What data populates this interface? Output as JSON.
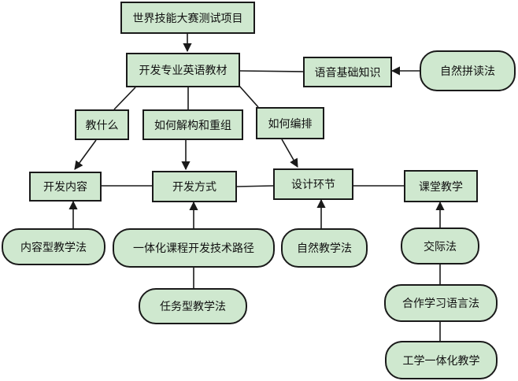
{
  "colors": {
    "node_fill": "#cfe8cf",
    "border": "#1a1a1a"
  },
  "nodes": {
    "top": "世界技能大赛测试项目",
    "textbook": "开发专业英语教材",
    "phonics_base": "语音基础知识",
    "natural_phonics": "自然拼读法",
    "teach_what": "教什么",
    "how_restructure": "如何解构和重组",
    "how_arrange": "如何编排",
    "dev_content": "开发内容",
    "dev_method": "开发方式",
    "design": "设计环节",
    "classroom": "课堂教学",
    "content_based": "内容型教学法",
    "integrated_path": "一体化课程开发技术路径",
    "natural_teaching": "自然教学法",
    "communicative": "交际法",
    "task_based": "任务型教学法",
    "cooperative": "合作学习语言法",
    "work_study": "工学一体化教学"
  }
}
